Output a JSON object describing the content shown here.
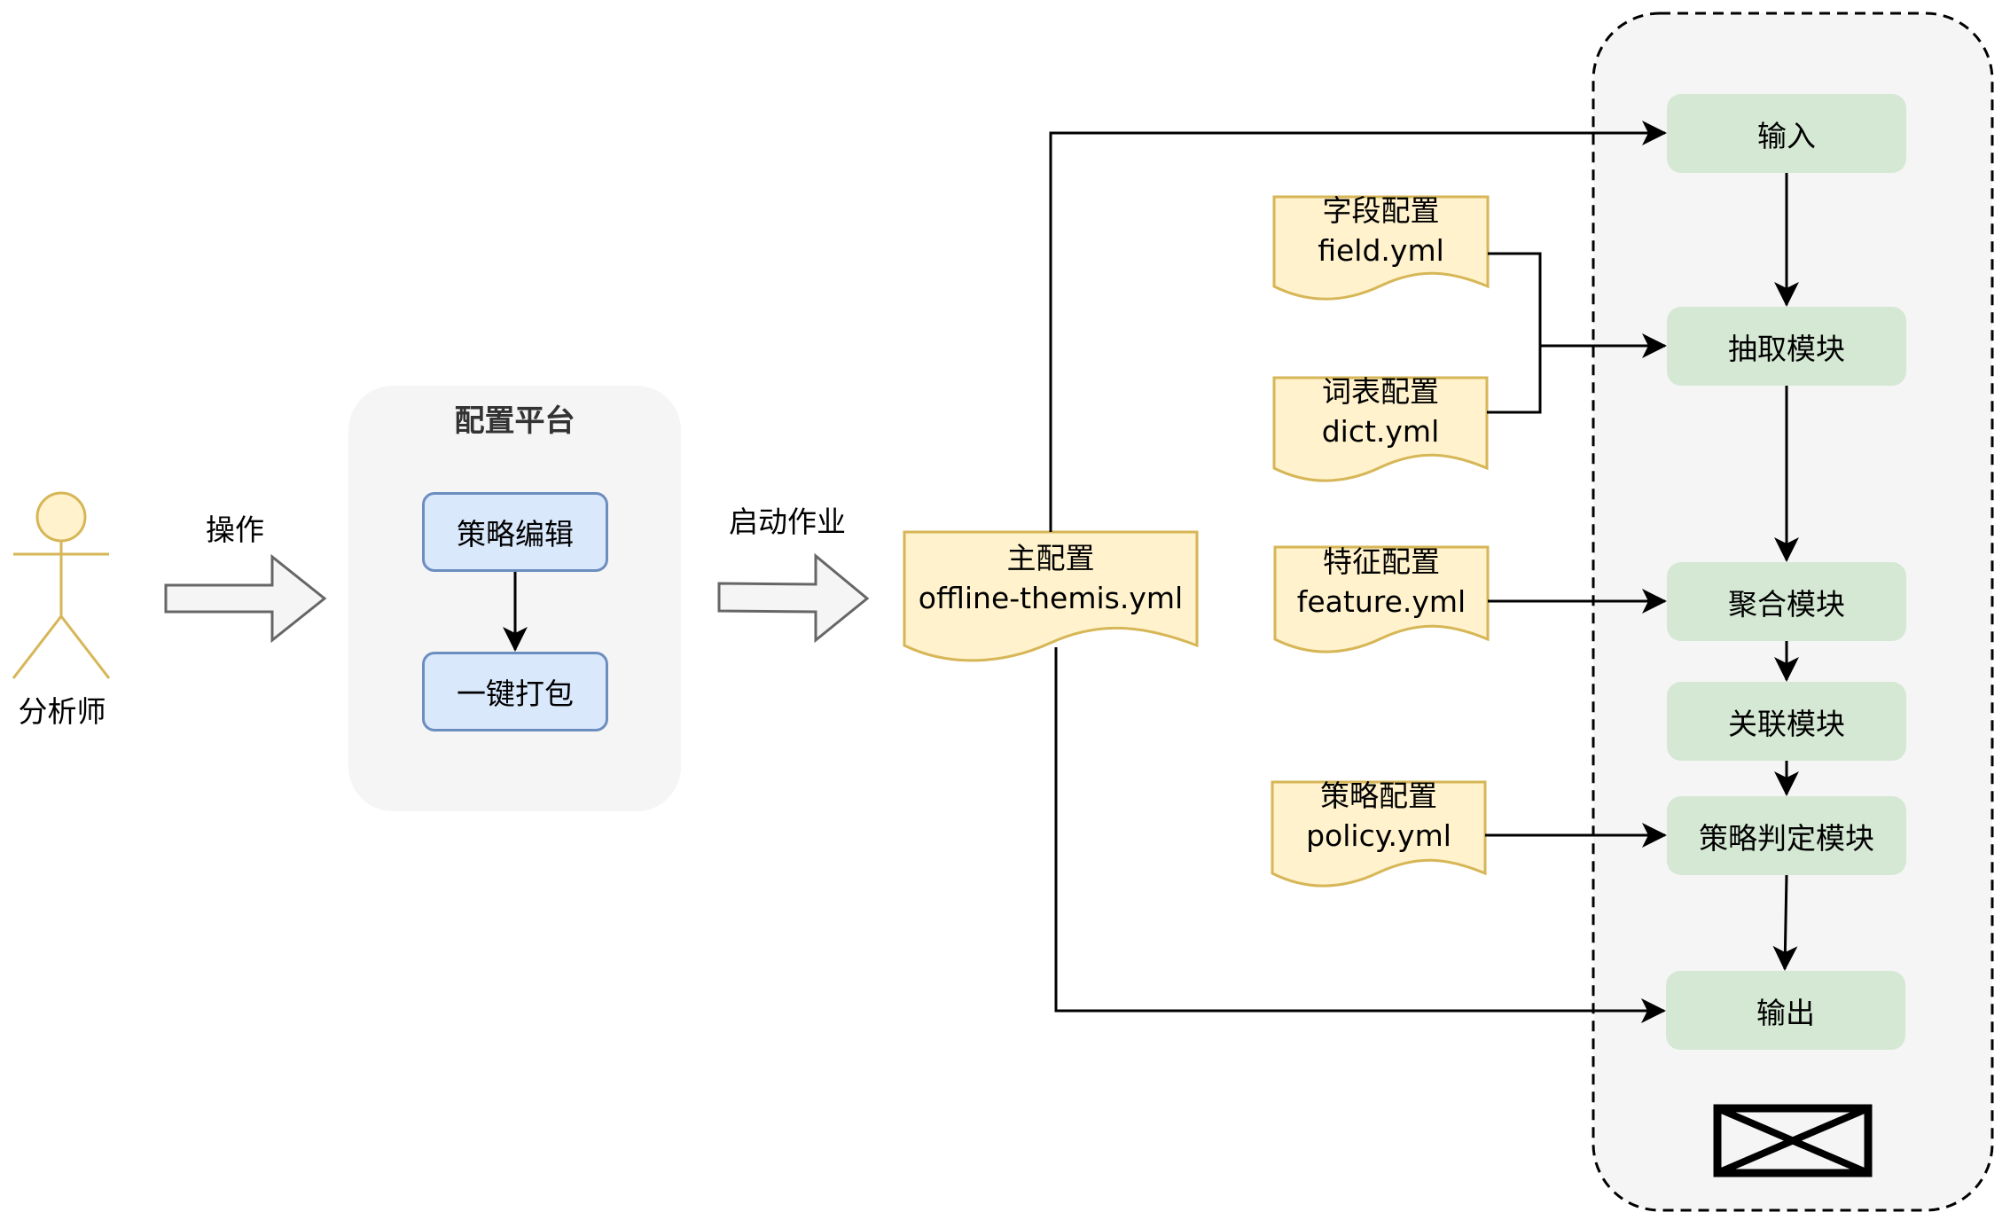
{
  "actor": {
    "label": "分析师"
  },
  "arrows": {
    "operate_label": "操作",
    "start_job_label": "启动作业"
  },
  "platform": {
    "title": "配置平台",
    "steps": [
      "策略编辑",
      "一键打包"
    ]
  },
  "main_config": {
    "title": "主配置",
    "file": "offline-themis.yml"
  },
  "configs": [
    {
      "title": "字段配置",
      "file": "field.yml"
    },
    {
      "title": "词表配置",
      "file": "dict.yml"
    },
    {
      "title": "特征配置",
      "file": "feature.yml"
    },
    {
      "title": "策略配置",
      "file": "policy.yml"
    }
  ],
  "pipeline": {
    "modules": [
      "输入",
      "抽取模块",
      "聚合模块",
      "关联模块",
      "策略判定模块",
      "输出"
    ]
  },
  "colors": {
    "actor": "#d6b656",
    "doc_fill": "#fff2cc",
    "doc_stroke": "#d6b656",
    "blue_fill": "#dae8fc",
    "blue_stroke": "#6c8ebf",
    "green_fill": "#d5e8d4",
    "container_fill": "#f5f5f5"
  }
}
